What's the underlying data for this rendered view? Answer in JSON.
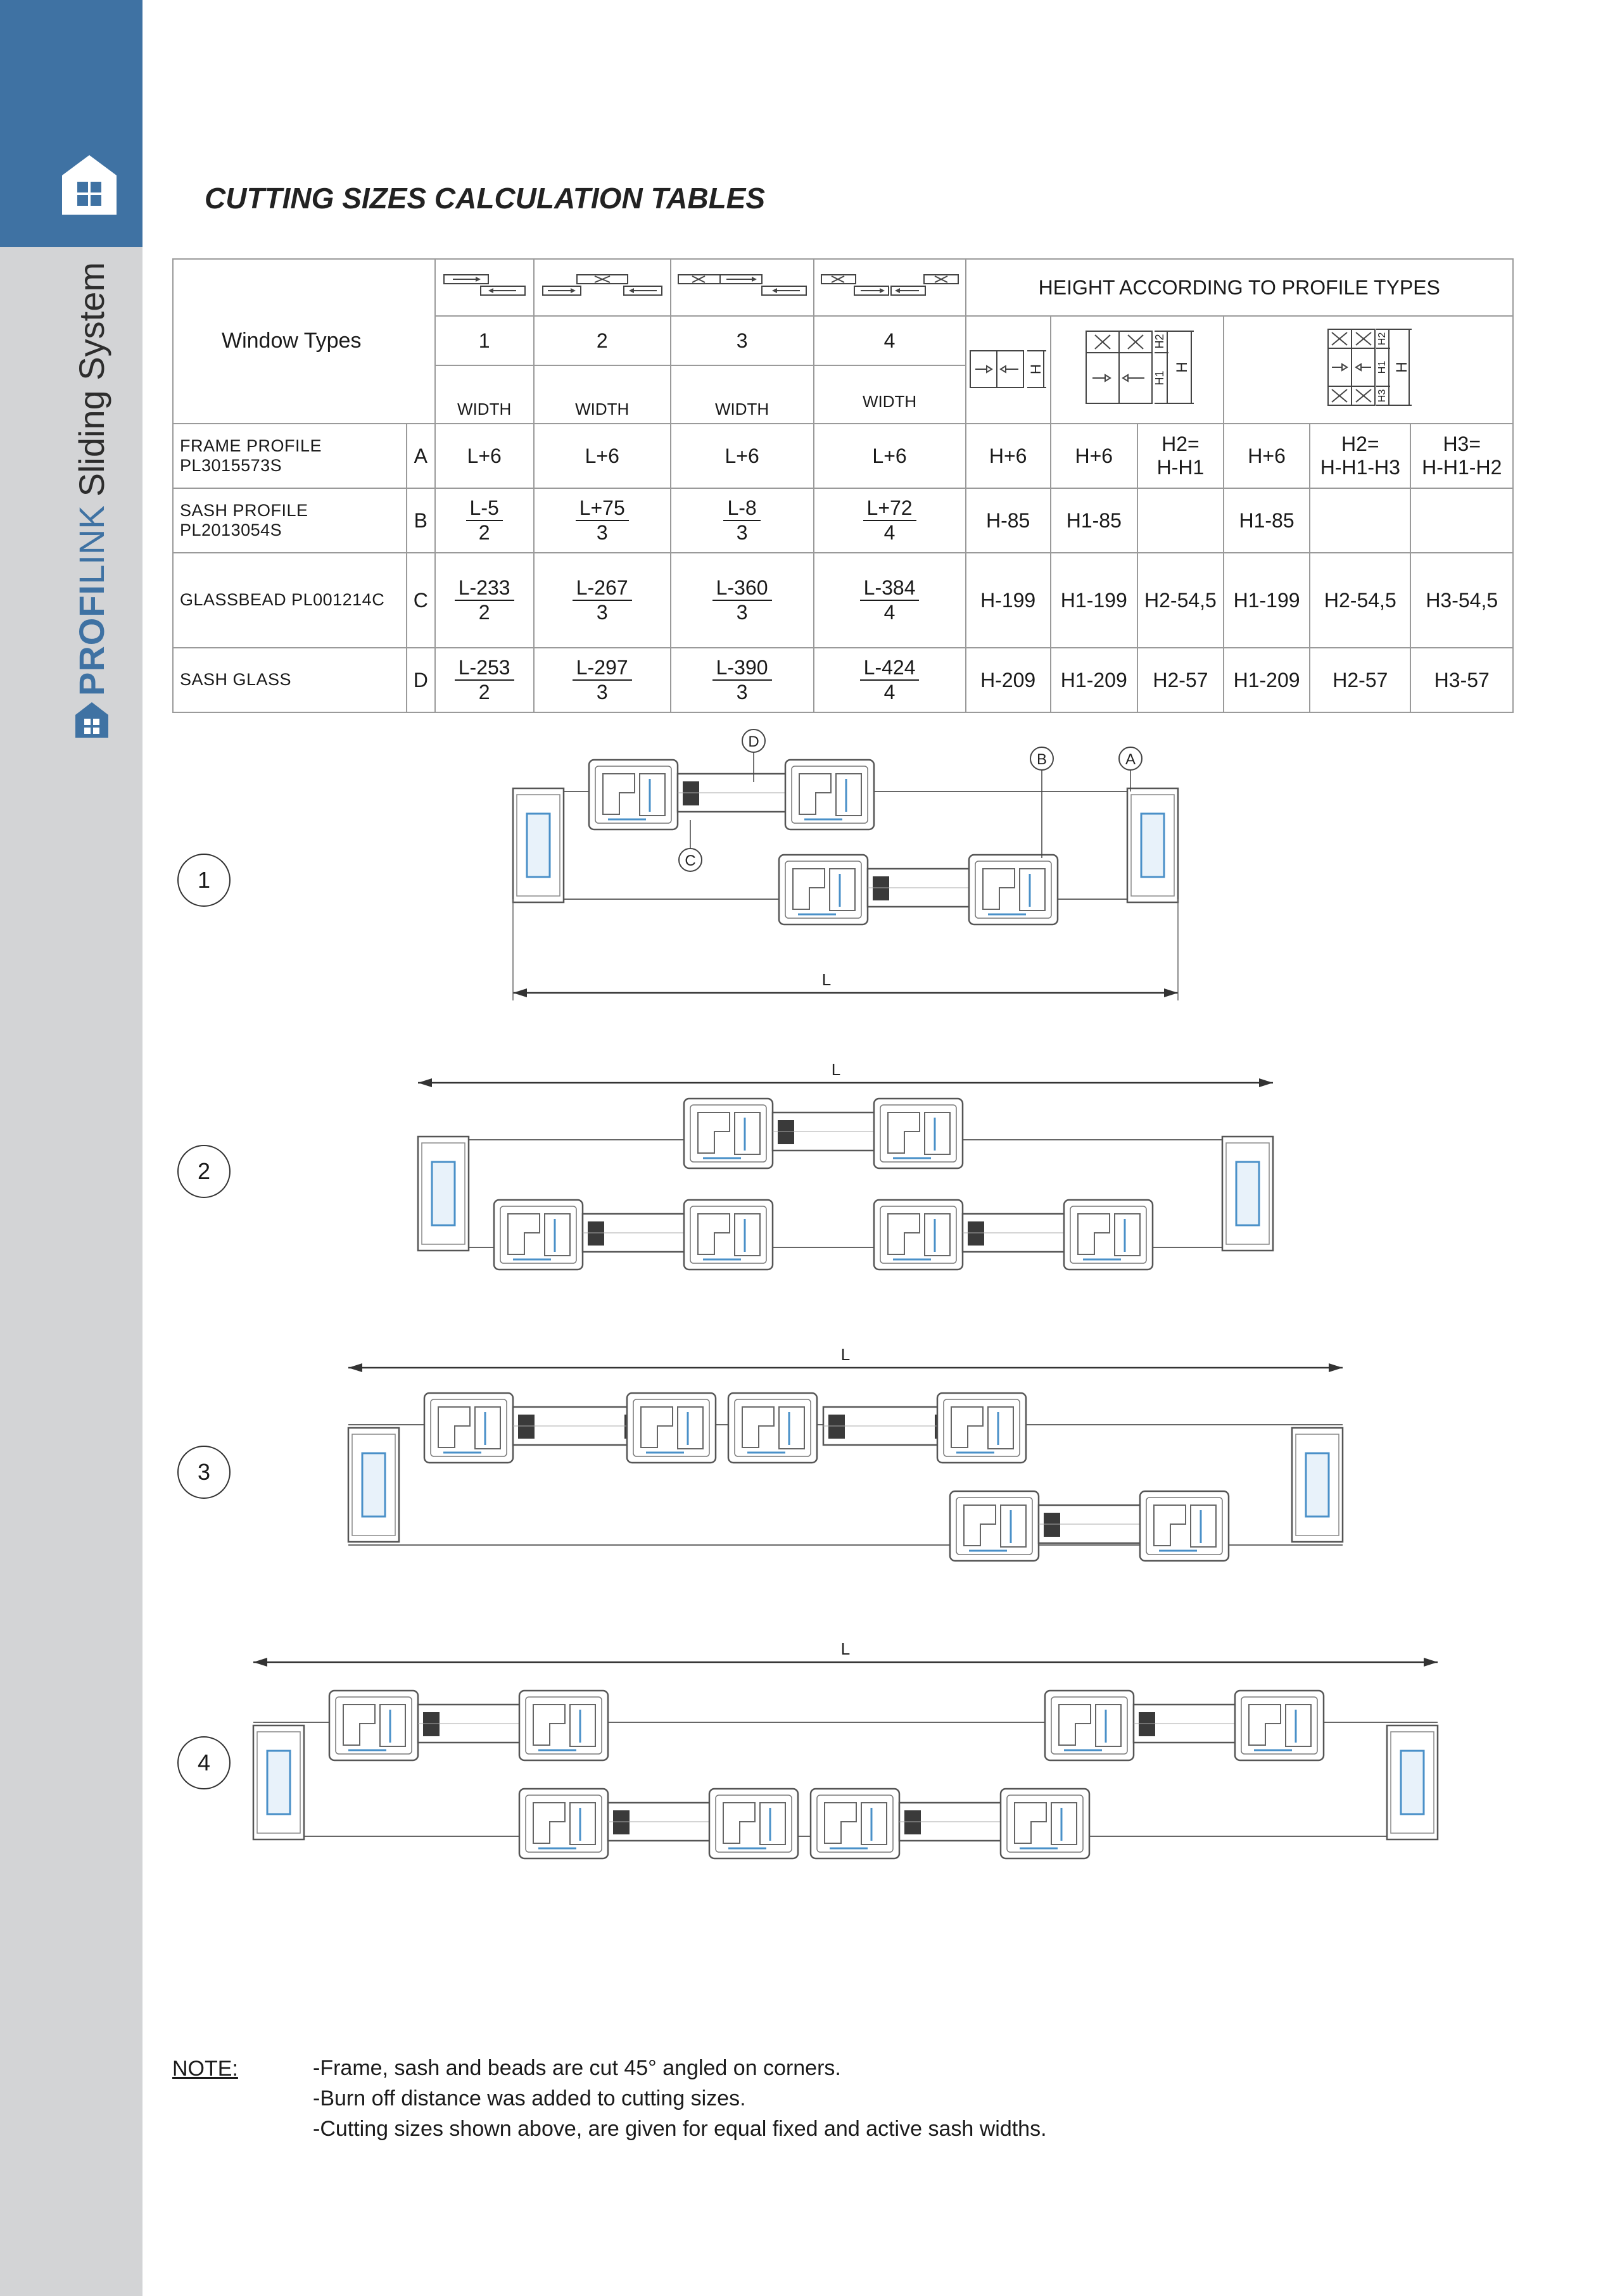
{
  "sidebar": {
    "brand_bold": "PROFI",
    "brand_light": "LINK",
    "brand_suffix": "Sliding System",
    "logo_icon": "house-window-icon"
  },
  "page_title": "CUTTING SIZES CALCULATION TABLES",
  "table": {
    "window_types_label": "Window Types",
    "type_numbers": [
      "1",
      "2",
      "3",
      "4"
    ],
    "width_label": "WIDTH",
    "height_header": "HEIGHT ACCORDING TO PROFILE TYPES",
    "height_symbols": {
      "h": "H",
      "h1": "H1",
      "h2": "H2",
      "h3": "H3"
    },
    "rows": [
      {
        "name": "FRAME PROFILE PL3015573S",
        "code": "A",
        "widths": [
          {
            "text": "L+6"
          },
          {
            "text": "L+6"
          },
          {
            "text": "L+6"
          },
          {
            "text": "L+6"
          }
        ],
        "heights": [
          "H+6",
          "H+6",
          "H2=\nH-H1",
          "H+6",
          "H2=\nH-H1-H3",
          "H3=\nH-H1-H2"
        ]
      },
      {
        "name": "SASH PROFILE PL2013054S",
        "code": "B",
        "widths": [
          {
            "num": "L-5",
            "den": "2"
          },
          {
            "num": "L+75",
            "den": "3"
          },
          {
            "num": "L-8",
            "den": "3"
          },
          {
            "num": "L+72",
            "den": "4"
          }
        ],
        "heights": [
          "H-85",
          "H1-85",
          "",
          "H1-85",
          "",
          ""
        ]
      },
      {
        "name": "GLASSBEAD PL001214C",
        "code": "C",
        "widths": [
          {
            "num": "L-233",
            "den": "2"
          },
          {
            "num": "L-267",
            "den": "3"
          },
          {
            "num": "L-360",
            "den": "3"
          },
          {
            "num": "L-384",
            "den": "4"
          }
        ],
        "heights": [
          "H-199",
          "H1-199",
          "H2-54,5",
          "H1-199",
          "H2-54,5",
          "H3-54,5"
        ]
      },
      {
        "name": "SASH GLASS",
        "code": "D",
        "widths": [
          {
            "num": "L-253",
            "den": "2"
          },
          {
            "num": "L-297",
            "den": "3"
          },
          {
            "num": "L-390",
            "den": "3"
          },
          {
            "num": "L-424",
            "den": "4"
          }
        ],
        "heights": [
          "H-209",
          "H1-209",
          "H2-57",
          "H1-209",
          "H2-57",
          "H3-57"
        ]
      }
    ]
  },
  "drawings": {
    "numbers": [
      "1",
      "2",
      "3",
      "4"
    ],
    "dimension_label": "L",
    "callouts": [
      "D",
      "B",
      "A",
      "C"
    ]
  },
  "note": {
    "label": "NOTE:",
    "lines": [
      "-Frame, sash and beads are cut 45° angled on corners.",
      "-Burn off distance was added to cutting sizes.",
      "-Cutting sizes shown above, are given for equal fixed and active sash widths."
    ]
  },
  "colors": {
    "sidebar_blue": "#3f72a3",
    "sidebar_grey": "#d3d4d6",
    "gasket_blue": "#4a90c8"
  }
}
